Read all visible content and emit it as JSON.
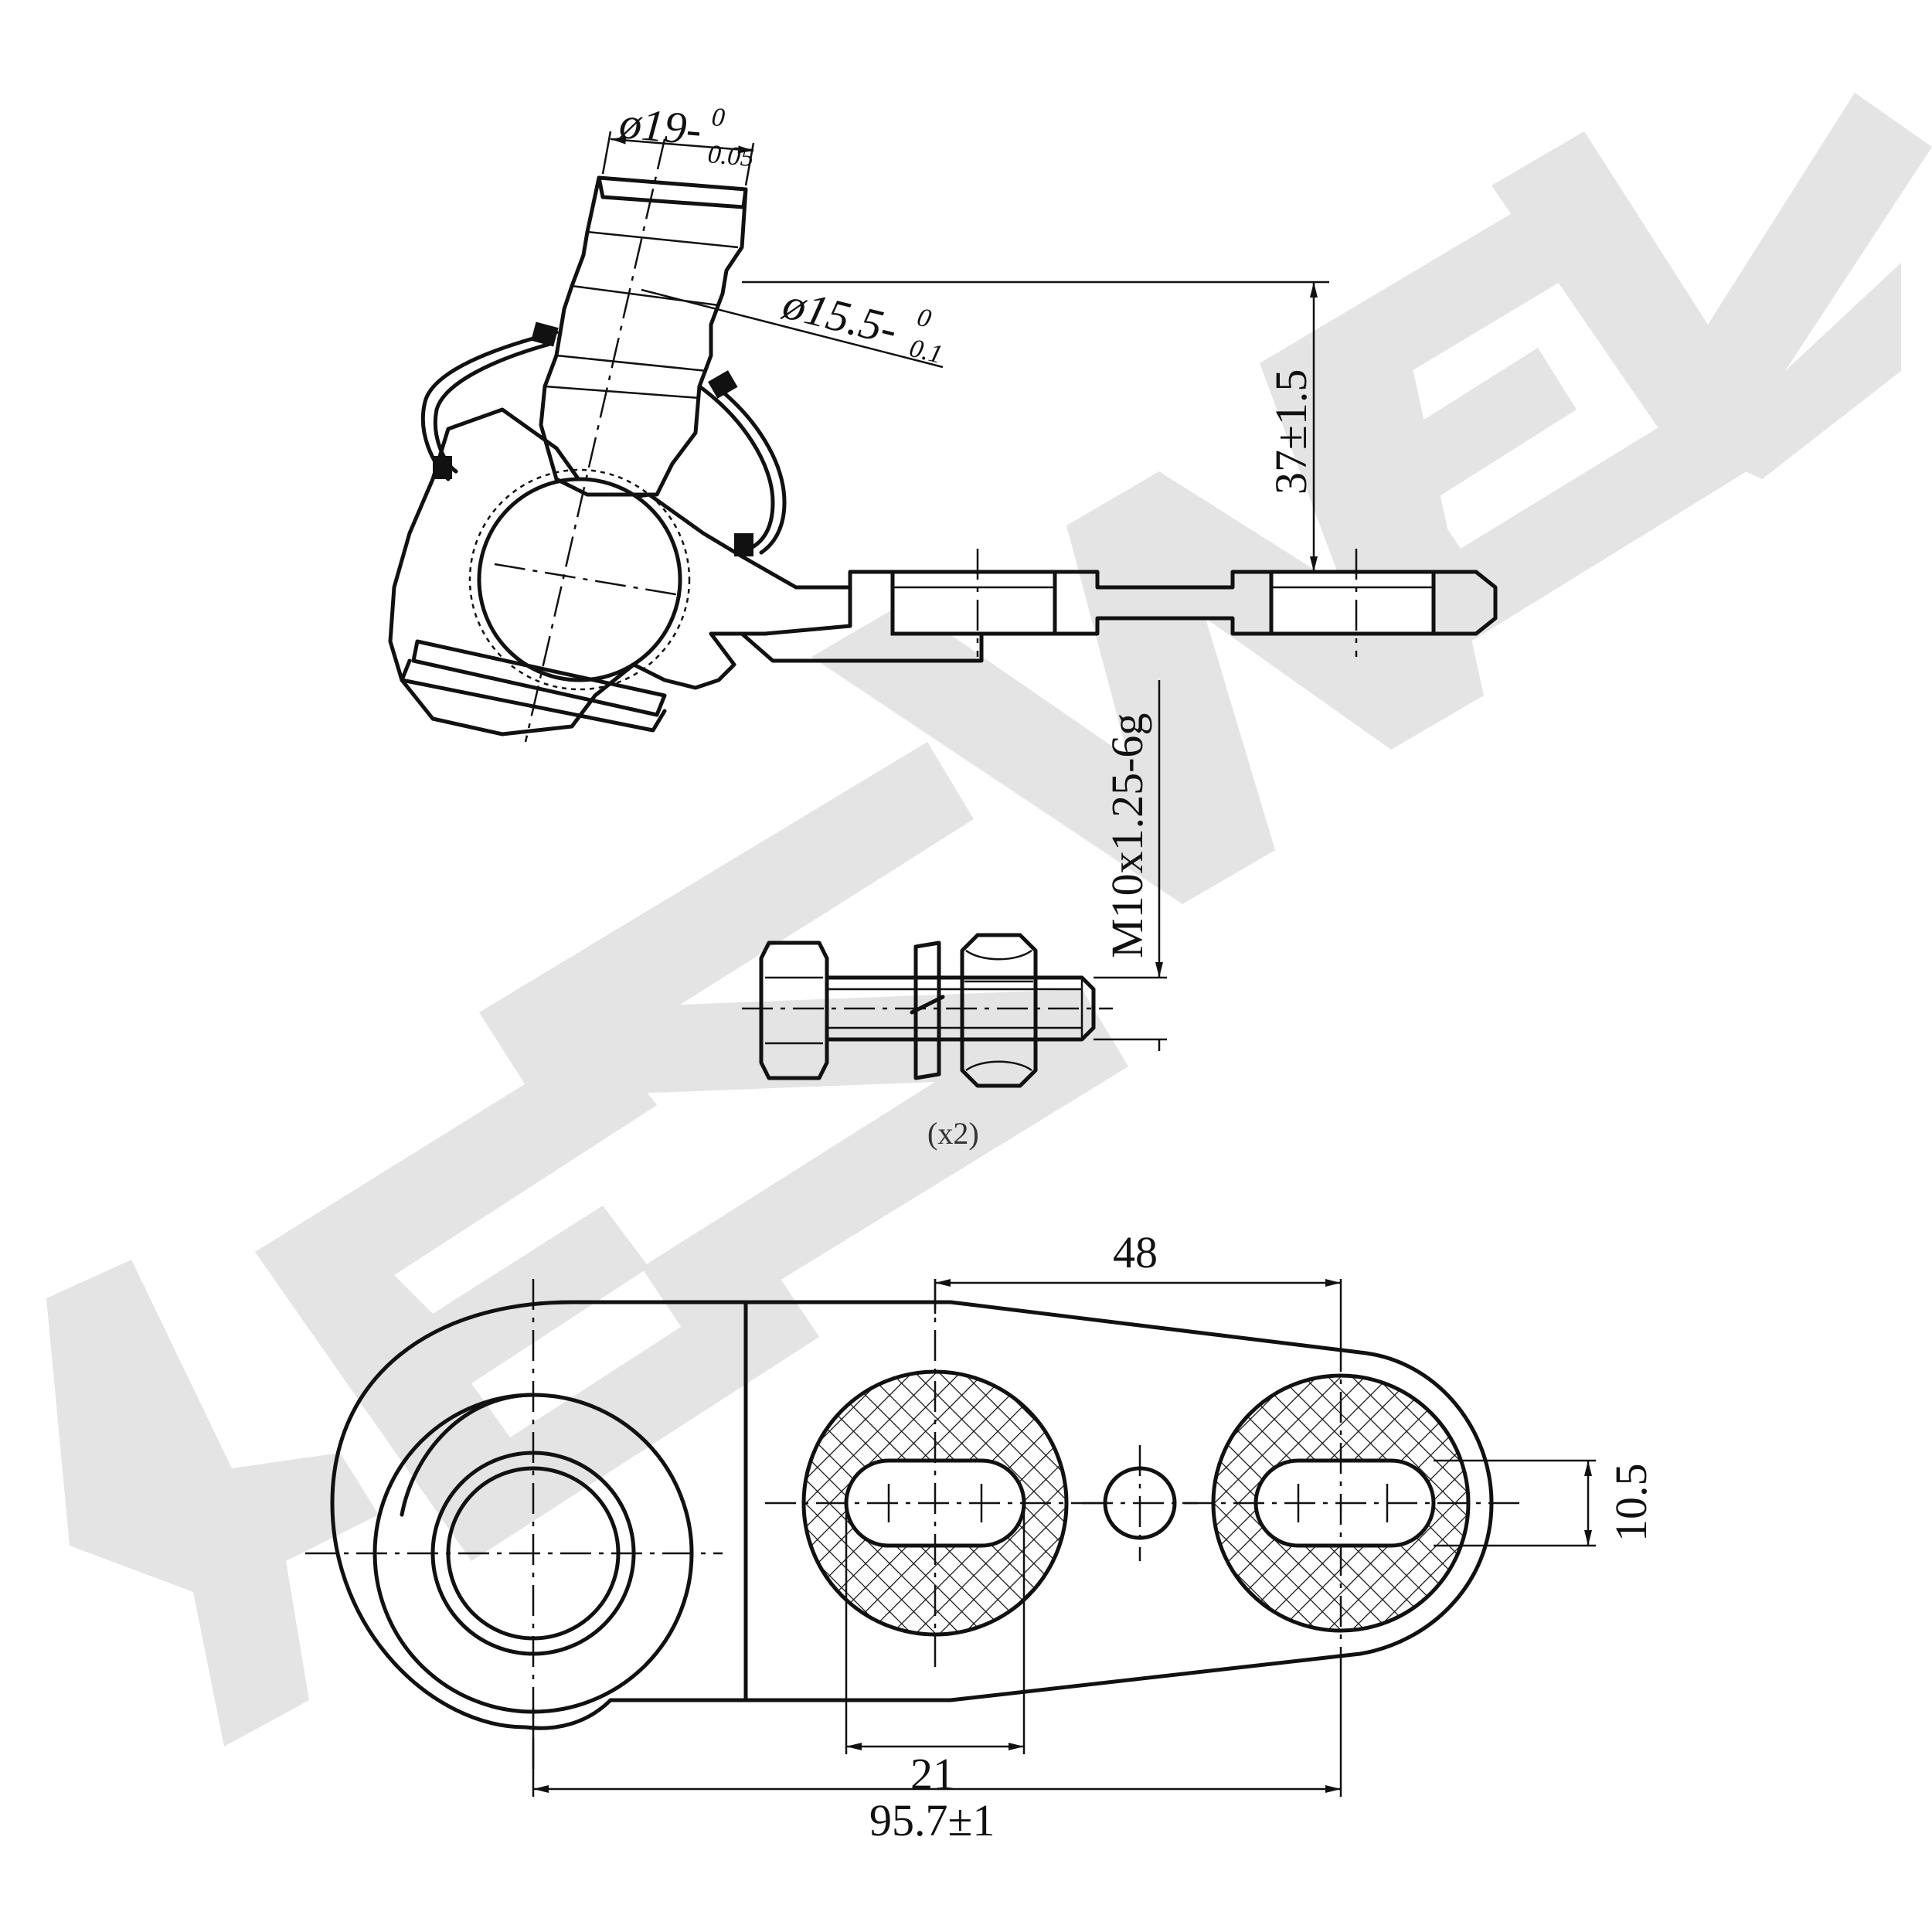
{
  "watermark": {
    "text": "YENWEK",
    "color": "#e4e4e4"
  },
  "dimensions": {
    "stud_diameter": {
      "main": "ø19-",
      "upper": "0",
      "lower": "0.05"
    },
    "neck_diameter": {
      "main": "ø15.5-",
      "upper": "0",
      "lower": "0.1"
    },
    "height": "37±1.5",
    "thread": "M10x1.25-6g",
    "quantity": "(x2)",
    "hole_spacing": "48",
    "slot_length": "21",
    "slot_width": "10.5",
    "overall_length": "95.7±1"
  }
}
